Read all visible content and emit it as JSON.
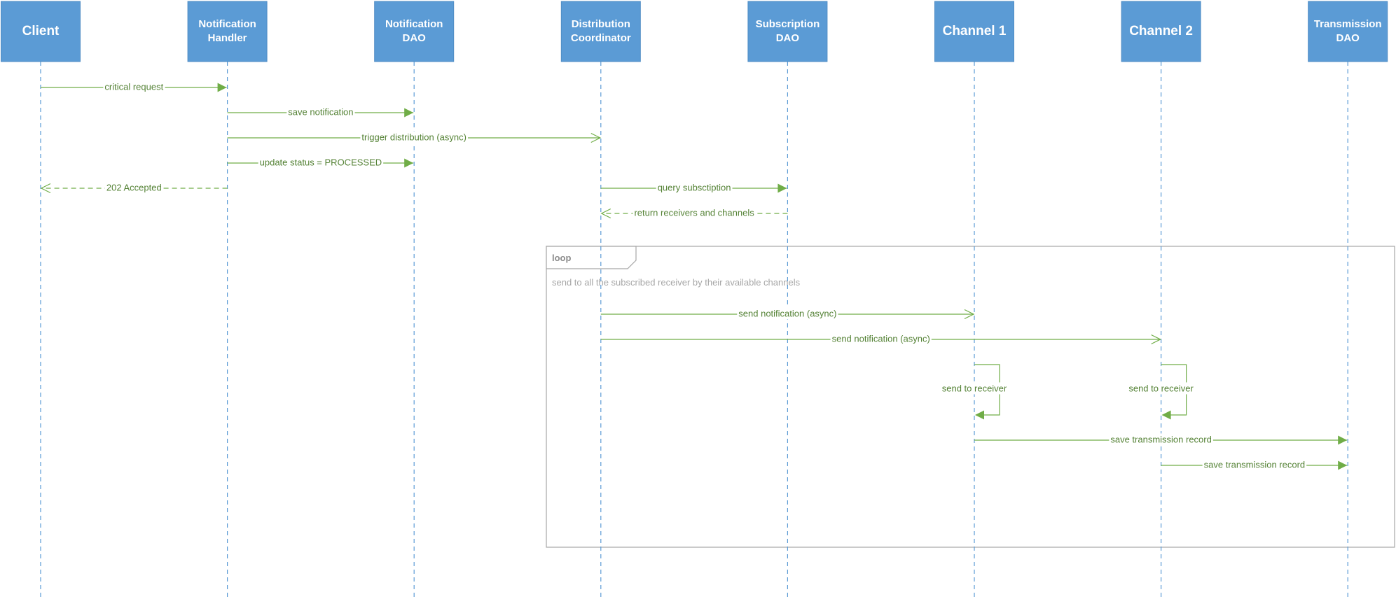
{
  "participants": [
    {
      "id": "client",
      "label": [
        "Client"
      ]
    },
    {
      "id": "handler",
      "label": [
        "Notification",
        "Handler"
      ]
    },
    {
      "id": "ndao",
      "label": [
        "Notification",
        "DAO"
      ]
    },
    {
      "id": "coord",
      "label": [
        "Distribution",
        "Coordinator"
      ]
    },
    {
      "id": "sdao",
      "label": [
        "Subscription",
        "DAO"
      ]
    },
    {
      "id": "ch1",
      "label": [
        "Channel 1"
      ]
    },
    {
      "id": "ch2",
      "label": [
        "Channel 2"
      ]
    },
    {
      "id": "tdao",
      "label": [
        "Transmission",
        "DAO"
      ]
    }
  ],
  "messages": [
    {
      "from": "client",
      "to": "handler",
      "label": "critical request",
      "style": "sync"
    },
    {
      "from": "handler",
      "to": "ndao",
      "label": "save notification",
      "style": "sync"
    },
    {
      "from": "handler",
      "to": "coord",
      "label": "trigger distribution (async)",
      "style": "async"
    },
    {
      "from": "handler",
      "to": "ndao",
      "label": "update status = PROCESSED",
      "style": "sync"
    },
    {
      "from": "handler",
      "to": "client",
      "label": "202 Accepted",
      "style": "reply"
    },
    {
      "from": "coord",
      "to": "sdao",
      "label": "query subsctiption",
      "style": "sync"
    },
    {
      "from": "sdao",
      "to": "coord",
      "label": "return receivers and channels",
      "style": "reply"
    },
    {
      "from": "coord",
      "to": "ch1",
      "label": "send notification (async)",
      "style": "async"
    },
    {
      "from": "coord",
      "to": "ch2",
      "label": "send notification (async)",
      "style": "async"
    },
    {
      "from": "ch1",
      "to": "ch1",
      "label": "send to receiver",
      "style": "self"
    },
    {
      "from": "ch2",
      "to": "ch2",
      "label": "send to receiver",
      "style": "self"
    },
    {
      "from": "ch1",
      "to": "tdao",
      "label": "save transmission record",
      "style": "sync"
    },
    {
      "from": "ch2",
      "to": "tdao",
      "label": "save transmission record",
      "style": "sync"
    }
  ],
  "fragment": {
    "operator": "loop",
    "guard": "send to all the subscribed receiver by their available channels"
  },
  "colors": {
    "participant_fill": "#5B9BD5",
    "lifeline": "#5B9BD5",
    "message_line": "#70AD47",
    "message_text": "#548235",
    "frame": "#A6A6A6"
  }
}
